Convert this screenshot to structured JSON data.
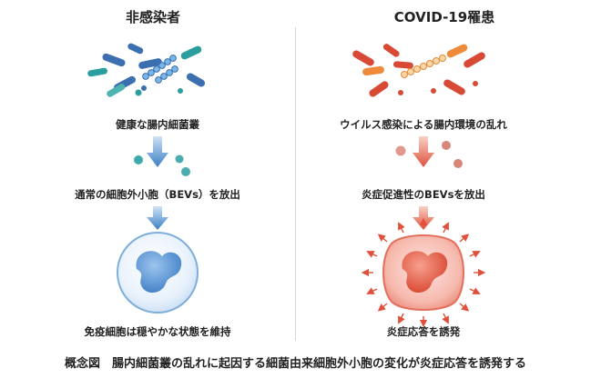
{
  "left": {
    "title": "非感染者",
    "step1": "健康な腸内細菌叢",
    "step2": "通常の細胞外小胞（BEVs）を放出",
    "step3": "免疫細胞は穏やかな状態を維持"
  },
  "right": {
    "title": "COVID-19罹患",
    "step1": "ウイルス感染による腸内環境の乱れ",
    "step2": "炎症促進性のBEVsを放出",
    "step3": "炎症応答を誘発"
  },
  "caption": "概念図　腸内細菌叢の乱れに起因する細菌由来細胞外小胞の変化が炎症応答を誘発する",
  "colors": {
    "left_accent": "#3a7fc4",
    "right_accent": "#e0503a",
    "bacteria_blue": "#3b6fb0",
    "bacteria_teal": "#2a9e9e",
    "bacteria_red": "#d84a35",
    "bacteria_orange": "#ee8a3a"
  }
}
